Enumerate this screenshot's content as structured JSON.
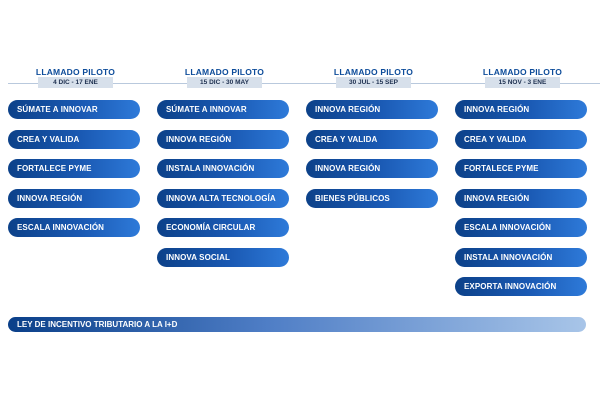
{
  "columns": [
    {
      "title": "LLAMADO PILOTO",
      "dates": "4 DIC - 17 ENE",
      "items": [
        "SÚMATE A INNOVAR",
        "CREA Y VALIDA",
        "FORTALECE PYME",
        "INNOVA REGIÓN",
        "ESCALA INNOVACIÓN"
      ]
    },
    {
      "title": "LLAMADO PILOTO",
      "dates": "15 DIC - 30 MAY",
      "items": [
        "SÚMATE A INNOVAR",
        "INNOVA REGIÓN",
        "INSTALA INNOVACIÓN",
        "INNOVA ALTA TECNOLOGÍA",
        "ECONOMÍA CIRCULAR",
        "INNOVA SOCIAL"
      ]
    },
    {
      "title": "LLAMADO PILOTO",
      "dates": "30 JUL - 15 SEP",
      "items": [
        "INNOVA REGIÓN",
        "CREA Y VALIDA",
        "INNOVA REGIÓN",
        "BIENES PÚBLICOS"
      ]
    },
    {
      "title": "LLAMADO PILOTO",
      "dates": "15 NOV - 3 ENE",
      "items": [
        "INNOVA REGIÓN",
        "CREA Y VALIDA",
        "FORTALECE PYME",
        "INNOVA REGIÓN",
        "ESCALA INNOVACIÓN",
        "INSTALA INNOVACIÓN",
        "EXPORTA INNOVACIÓN"
      ]
    }
  ],
  "law_bar": {
    "label": "LEY DE INCENTIVO TRIBUTARIO A LA I+D"
  },
  "colors": {
    "pill_dark": "#0c4189",
    "pill_light": "#2e7ad9",
    "title": "#0d4c9a",
    "date_bg": "#d7e0eb"
  }
}
